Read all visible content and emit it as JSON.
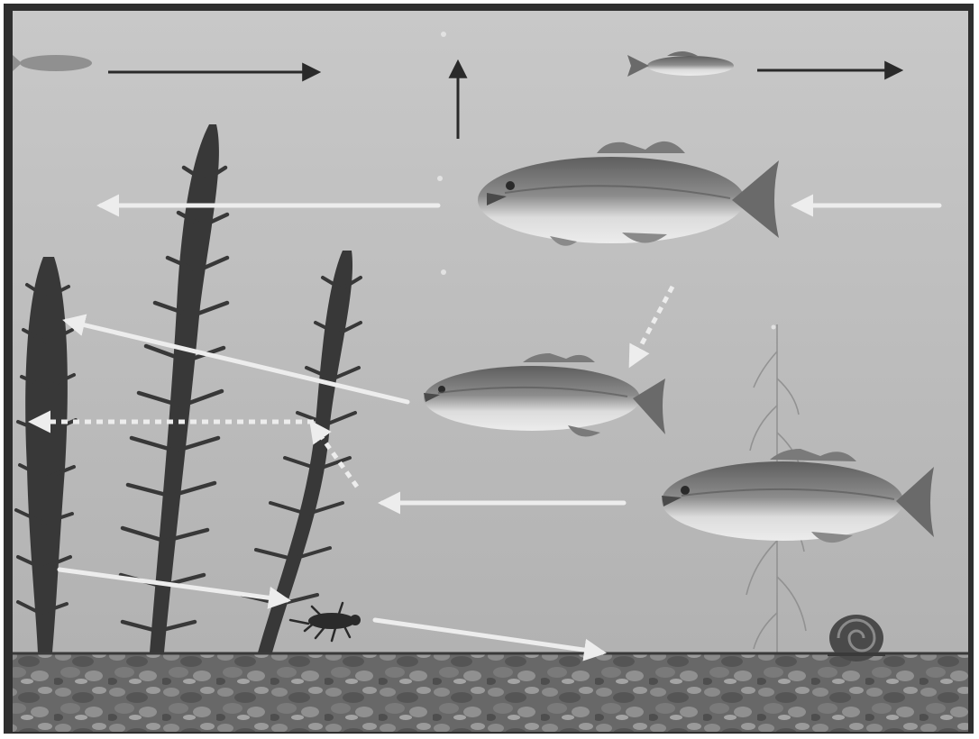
{
  "colors": {
    "frame": "#2e2e2e",
    "water_top": "#c6c6c6",
    "water_bottom": "#b4b4b4",
    "plant": "#3b3b3b",
    "plant_faint": "#8a8a8a",
    "fish_back": "#6e6e6e",
    "fish_belly": "#e3e3e3",
    "bottom": "#6a6a6a",
    "arrow_dark": "#2a2a2a",
    "arrow_light": "#ececec",
    "snail": "#505050"
  },
  "scene": {
    "elements": [
      "surface-fish",
      "large-bass",
      "middle-bass",
      "lower-bass",
      "aquatic-plants",
      "insect-larva",
      "snail",
      "bottom-substrate"
    ],
    "arrow_styles": [
      "solid-dark",
      "solid-light",
      "dashed-light"
    ]
  }
}
